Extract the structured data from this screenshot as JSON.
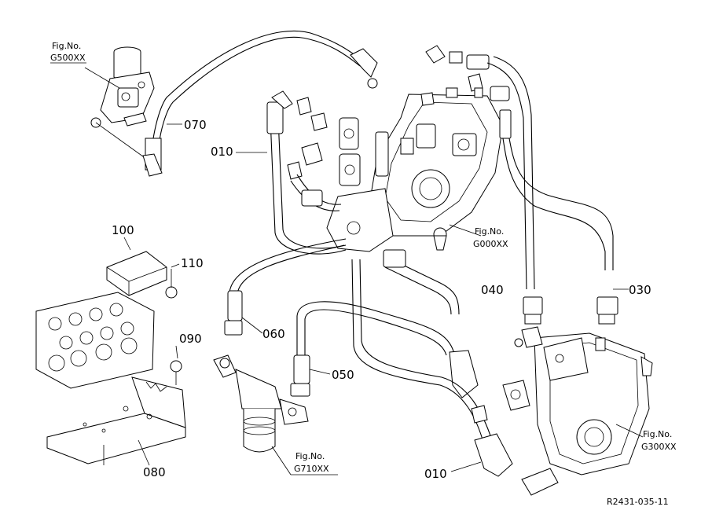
{
  "diagram": {
    "fig_refs": [
      {
        "id": "g500",
        "line1": "Fig.No.",
        "line2": "G500XX"
      },
      {
        "id": "g000",
        "line1": "Fig.No.",
        "line2": "G000XX"
      },
      {
        "id": "g710",
        "line1": "Fig.No.",
        "line2": "G710XX"
      },
      {
        "id": "g300",
        "line1": "Fig.No.",
        "line2": "G300XX"
      }
    ],
    "part_labels": [
      {
        "id": "070",
        "text": "070"
      },
      {
        "id": "010a",
        "text": "010"
      },
      {
        "id": "100",
        "text": "100"
      },
      {
        "id": "110",
        "text": "110"
      },
      {
        "id": "090",
        "text": "090"
      },
      {
        "id": "080",
        "text": "080"
      },
      {
        "id": "060",
        "text": "060"
      },
      {
        "id": "050",
        "text": "050"
      },
      {
        "id": "040",
        "text": "040"
      },
      {
        "id": "030",
        "text": "030"
      },
      {
        "id": "010b",
        "text": "010"
      }
    ],
    "drawing_number": "R2431-035-11"
  }
}
